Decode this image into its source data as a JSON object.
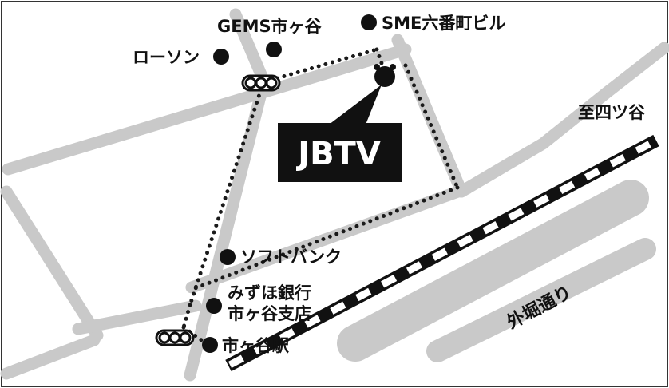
{
  "colors": {
    "road": "#c9c9c9",
    "route": "#1a1a1a",
    "brand_bg": "#111111",
    "brand_text": "#ffffff",
    "border": "#333333"
  },
  "brand": {
    "label": "JBTV"
  },
  "landmarks": {
    "gems": "GEMS市ヶ谷",
    "sme": "SME六番町ビル",
    "lawson": "ローソン",
    "softbank": "ソフトバンク",
    "mizuho_line1": "みずほ銀行",
    "mizuho_line2": "市ヶ谷支店",
    "station": "市ヶ谷駅",
    "yotsuya": "至四ツ谷",
    "sotobori": "外堀通り"
  },
  "icons": {
    "landmark": "dot-marker-icon",
    "traffic_light": "traffic-light-icon",
    "destination": "destination-pin-icon"
  }
}
